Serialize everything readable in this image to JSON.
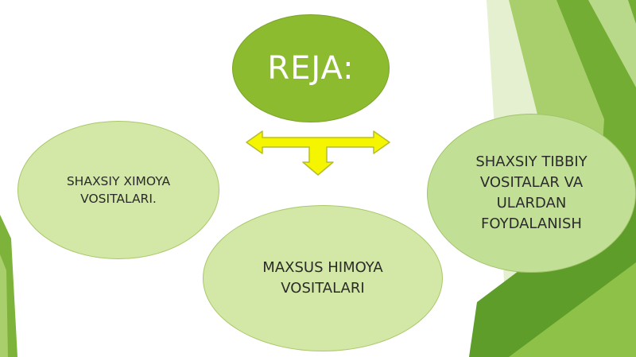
{
  "slide": {
    "title": "REJA:",
    "items": [
      {
        "label": "SHAXSIY XIMOYA\nVOSITALARI."
      },
      {
        "label": "MAXSUS HIMOYA\nVOSITALARI"
      },
      {
        "label": "SHAXSIY TIBBIY\nVOSITALAR VA\nULARDAN\nFOYDALANISH"
      }
    ]
  },
  "colors": {
    "title_fill": "#8cbb2f",
    "item_fill": "#d3e8a6",
    "arrow_fill": "#f6f500",
    "decor_green": "#7db33a"
  }
}
